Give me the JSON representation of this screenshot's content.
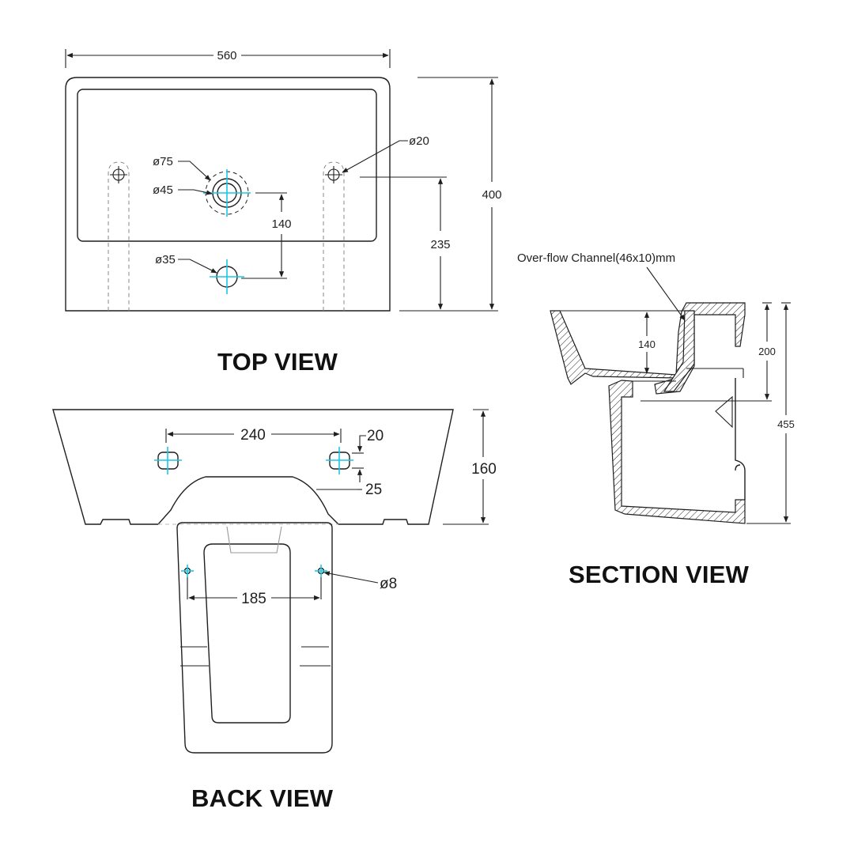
{
  "views": {
    "top": {
      "title": "TOP VIEW",
      "dims": {
        "width": "560",
        "depth": "400",
        "hole_75": "ø75",
        "hole_45": "ø45",
        "hole_35": "ø35",
        "hole_20": "ø20",
        "hole_spacing": "140",
        "hole_to_back": "235"
      }
    },
    "back": {
      "title": "BACK VIEW",
      "dims": {
        "mount_spacing": "240",
        "slot_height": "20",
        "offset": "25",
        "height": "160",
        "pedestal_spacing": "185",
        "pedestal_hole": "ø8"
      }
    },
    "section": {
      "title": "SECTION VIEW",
      "overflow_label": "Over-flow Channel(46x10)mm",
      "dims": {
        "bowl_depth": "140",
        "upper_height": "200",
        "total_height": "455"
      }
    }
  },
  "colors": {
    "line": "#1f1f1f",
    "hidden_line": "#8a8a8a",
    "center_mark": "#19c9e6"
  }
}
